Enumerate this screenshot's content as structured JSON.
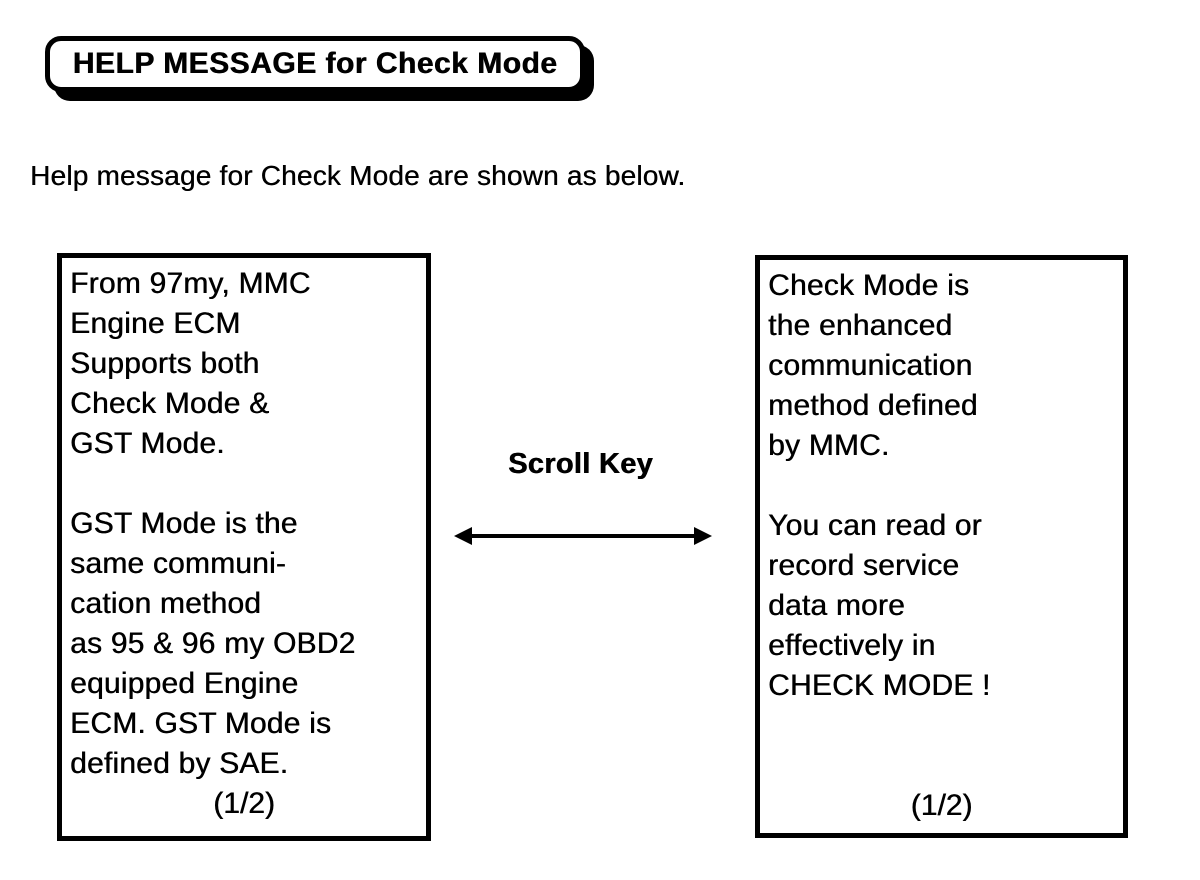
{
  "banner": {
    "title": "HELP MESSAGE for Check Mode"
  },
  "intro": {
    "text": "Help message for Check Mode are shown as below."
  },
  "left_screen": {
    "lines": [
      "From 97my, MMC",
      "Engine ECM",
      "Supports both",
      "Check Mode &",
      "GST Mode.",
      "",
      "GST Mode is the",
      "same communi-",
      "cation method",
      "as 95 & 96 my OBD2",
      "equipped Engine",
      "ECM. GST Mode is",
      "defined by SAE."
    ],
    "page_indicator": "(1/2)"
  },
  "right_screen": {
    "lines": [
      "Check Mode is",
      "the enhanced",
      "communication",
      "method defined",
      "by MMC.",
      "",
      "You can read or",
      "record service",
      "data more",
      "effectively in",
      "CHECK MODE !"
    ],
    "page_indicator": "(1/2)"
  },
  "scroll_key": {
    "label": "Scroll Key"
  },
  "icons": {
    "scroll_arrow": "left-right-arrow"
  },
  "colors": {
    "ink": "#000000",
    "paper": "#ffffff"
  }
}
